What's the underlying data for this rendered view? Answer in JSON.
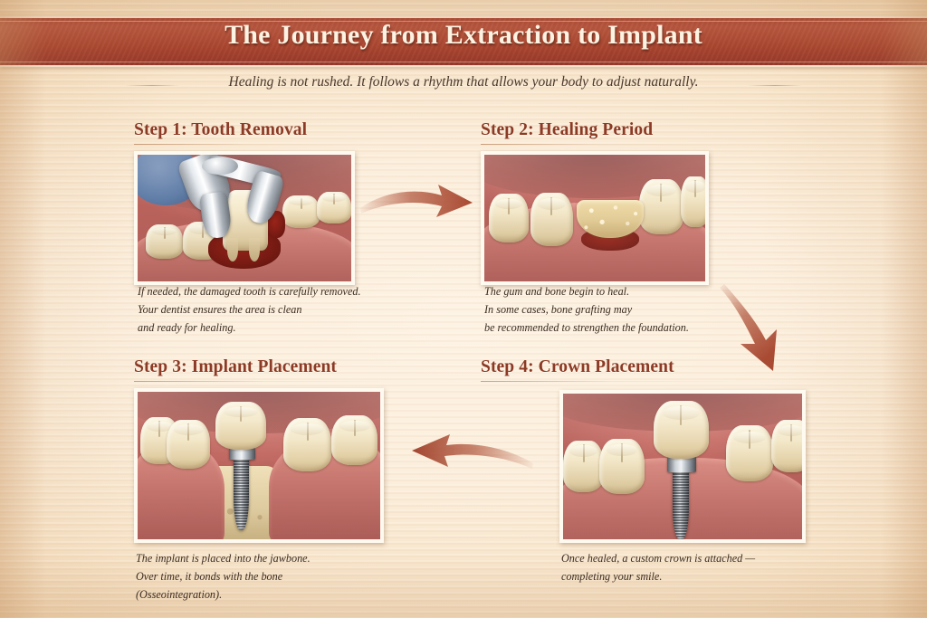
{
  "header": {
    "title": "The Journey from Extraction to Implant",
    "subtitle": "Healing is not rushed. It follows a rhythm that allows your body to adjust naturally.",
    "band_color": "#a9452f",
    "title_color": "#fdf3e2",
    "subtitle_color": "#4a372c"
  },
  "theme": {
    "background_top": "#fdf3e4",
    "background_edge": "#e8c79c",
    "step_title_color": "#8c3a25",
    "caption_color": "#3b2c22",
    "arrow_color": "#b0553c",
    "frame_color": "#fffaf0"
  },
  "steps": [
    {
      "id": "step-1",
      "title": "Step 1: Tooth Removal",
      "image_alt": "dental forceps gripping a molar being extracted from bleeding gum",
      "caption_lines": [
        "If needed, the damaged tooth is carefully removed.",
        "Your dentist ensures the area is clean",
        "and ready for healing."
      ]
    },
    {
      "id": "step-2",
      "title": "Step 2: Healing Period",
      "image_alt": "healed gum with bone graft granules filling the empty tooth socket",
      "caption_lines": [
        "The gum and bone begin to heal.",
        "In some cases, bone grafting may",
        "be recommended to strengthen the foundation."
      ]
    },
    {
      "id": "step-3",
      "title": "Step 3: Implant Placement",
      "image_alt": "titanium implant screw anchored in jawbone beneath a crown",
      "caption_lines": [
        "The implant is placed into the jawbone.",
        "Over time, it bonds with the bone",
        "(Osseointegration)."
      ]
    },
    {
      "id": "step-4",
      "title": "Step 4: Crown Placement",
      "image_alt": "finished porcelain crown seated on the implant abutment in the gum line",
      "caption_lines": [
        "Once healed, a custom crown is attached —",
        "completing your smile."
      ]
    }
  ],
  "arrows": [
    {
      "id": "arrow-1-to-2",
      "direction": "right",
      "label": "curved arrow from step 1 to step 2"
    },
    {
      "id": "arrow-2-to-3",
      "direction": "down",
      "label": "curved arrow from step 2 down to step 4"
    },
    {
      "id": "arrow-4-to-3",
      "direction": "left",
      "label": "curved arrow from step 4 to step 3"
    }
  ]
}
